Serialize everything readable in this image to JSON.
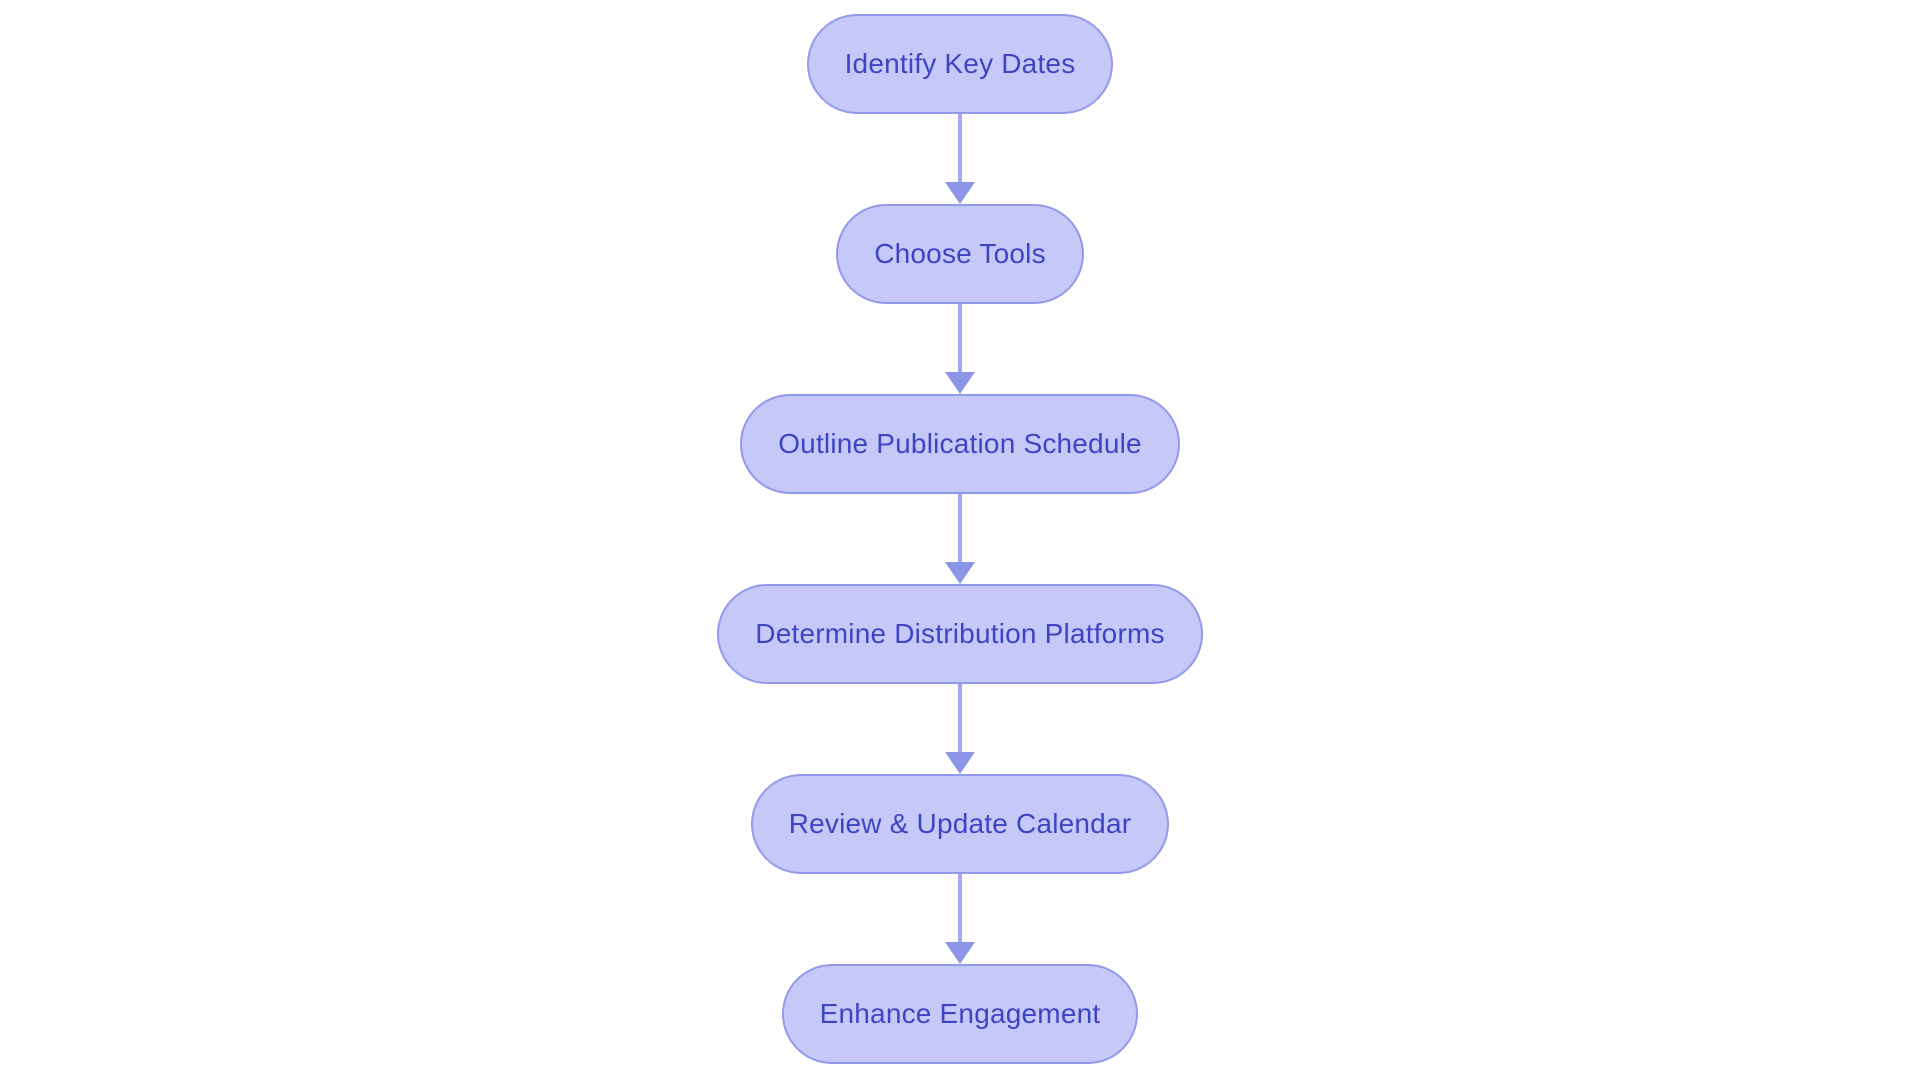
{
  "diagram": {
    "type": "flowchart",
    "direction": "top-to-bottom",
    "nodes": [
      {
        "label": "Identify Key Dates"
      },
      {
        "label": "Choose Tools"
      },
      {
        "label": "Outline Publication Schedule"
      },
      {
        "label": "Determine Distribution Platforms"
      },
      {
        "label": "Review & Update Calendar"
      },
      {
        "label": "Enhance Engagement"
      }
    ],
    "connections": [
      {
        "from": "Identify Key Dates",
        "to": "Choose Tools"
      },
      {
        "from": "Choose Tools",
        "to": "Outline Publication Schedule"
      },
      {
        "from": "Outline Publication Schedule",
        "to": "Determine Distribution Platforms"
      },
      {
        "from": "Determine Distribution Platforms",
        "to": "Review & Update Calendar"
      },
      {
        "from": "Review & Update Calendar",
        "to": "Enhance Engagement"
      }
    ]
  },
  "colors": {
    "canvas_background": "#ffffff",
    "node_fill": "#c6c9f8",
    "node_border": "#939aeb",
    "node_text": "#3d45c3",
    "arrow_line": "#a3aaf0",
    "arrow_head": "#8d95e9"
  }
}
